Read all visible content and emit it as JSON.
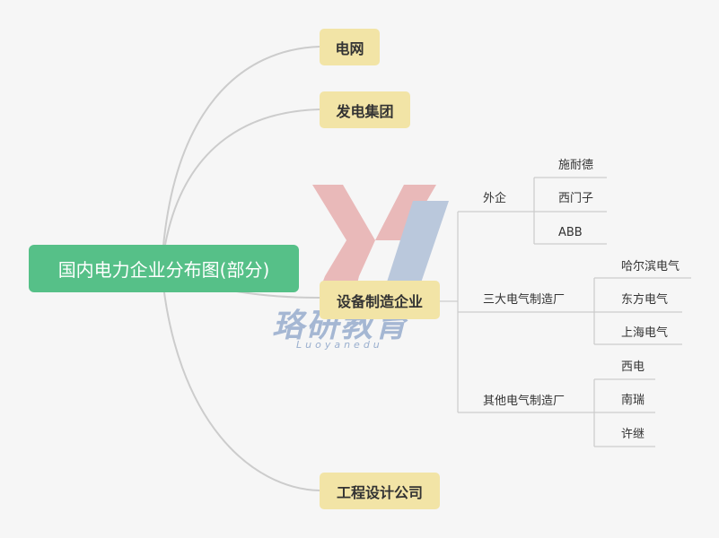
{
  "root": {
    "label": "国内电力企业分布图(部分)"
  },
  "branches": [
    {
      "label": "电网"
    },
    {
      "label": "发电集团"
    },
    {
      "label": "设备制造企业",
      "groups": [
        {
          "label": "外企",
          "items": [
            "施耐德",
            "西门子",
            "ABB"
          ]
        },
        {
          "label": "三大电气制造厂",
          "items": [
            "哈尔滨电气",
            "东方电气",
            "上海电气"
          ]
        },
        {
          "label": "其他电气制造厂",
          "items": [
            "西电",
            "南瑞",
            "许继"
          ]
        }
      ]
    },
    {
      "label": "工程设计公司"
    }
  ],
  "watermark": {
    "text": "珞研教育",
    "sub": "Luoyanedu"
  },
  "colors": {
    "root": "#56c088",
    "branch": "#f2e4a6",
    "line": "#cccccc",
    "watermark_red": "#e08888",
    "watermark_blue": "#8aa3c8"
  }
}
